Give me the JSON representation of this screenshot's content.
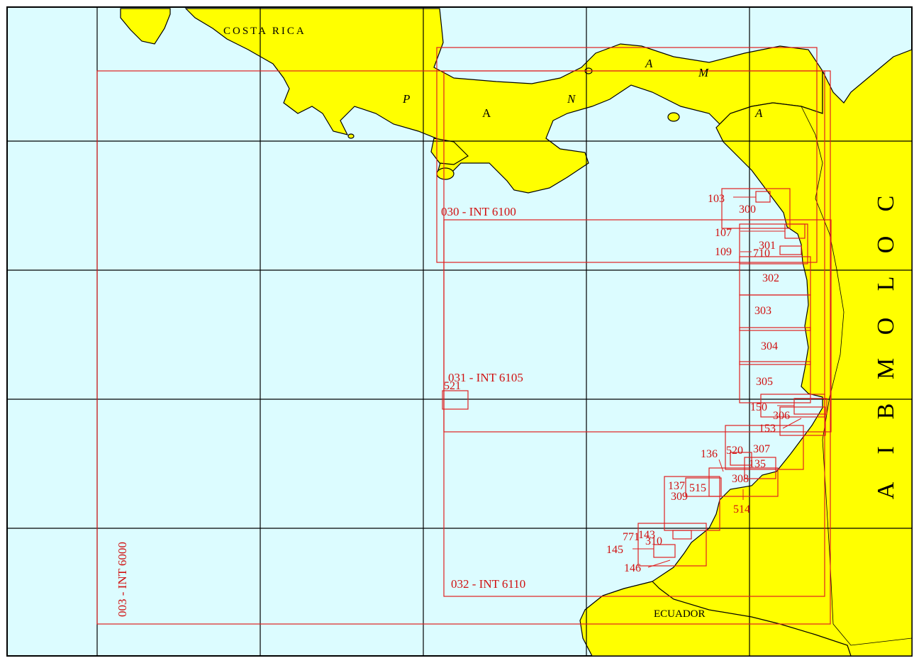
{
  "countries": {
    "costa_rica": "COSTA RICA",
    "panama": [
      "P",
      "A",
      "N",
      "A",
      "M",
      "A"
    ],
    "colombia": [
      "C",
      "O",
      "L",
      "O",
      "M",
      "B",
      "I",
      "A"
    ],
    "ecuador": "ECUADOR"
  },
  "charts": {
    "c003": "003 - INT 6000",
    "c030": "030 - INT 6100",
    "c031": "031 - INT 6105",
    "c032": "032 - INT 6110",
    "c103": "103",
    "c300": "300",
    "c107": "107",
    "c301": "301",
    "c109": "109",
    "c710": "710",
    "c302": "302",
    "c303": "303",
    "c304": "304",
    "c305": "305",
    "c150": "150",
    "c306": "306",
    "c153": "153",
    "c307": "307",
    "c520": "520",
    "c136": "136",
    "c135": "135",
    "c308": "308",
    "c137": "137",
    "c515": "515",
    "c309": "309",
    "c514": "514",
    "c521": "521",
    "c771": "771",
    "c143": "143",
    "c310": "310",
    "c145": "145",
    "c146": "146"
  },
  "colors": {
    "sea": "#dcfcff",
    "land": "#ffff00",
    "chart_outline": "#e02020",
    "grid": "#000000"
  }
}
